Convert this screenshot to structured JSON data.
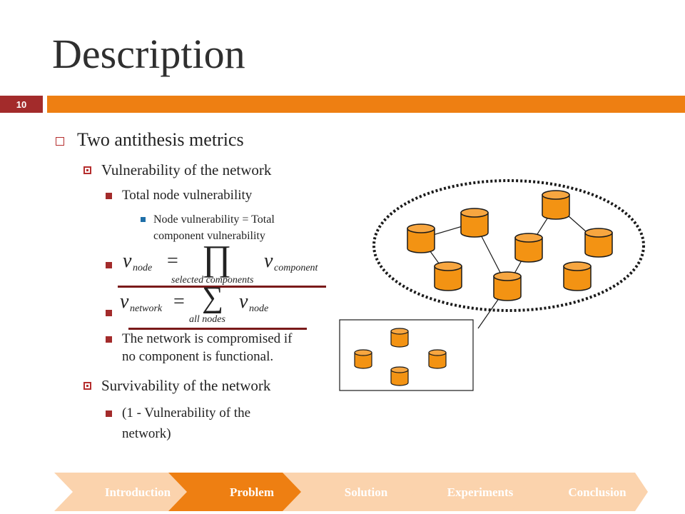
{
  "slide": {
    "title": "Description",
    "page_number": "10"
  },
  "content": {
    "level1": "Two antithesis metrics",
    "vulnerability_heading": "Vulnerability of the network",
    "total_node_vuln": "Total node vulnerability",
    "node_vuln_line1": "Node vulnerability = Total",
    "node_vuln_line2": "component vulnerability",
    "formula1": {
      "lhs": "v",
      "lhs_sub": "node",
      "eq": "=",
      "op": "∏",
      "op_sub": "selected components",
      "rhs": "v",
      "rhs_sub": "component"
    },
    "formula2": {
      "lhs": "v",
      "lhs_sub": "network",
      "eq": "=",
      "op": "∑",
      "op_sub": "all nodes",
      "rhs": "v",
      "rhs_sub": "node"
    },
    "compromised_line1": "The network is compromised if",
    "compromised_line2": "no component is functional.",
    "survivability_heading": "Survivability of the network",
    "survivability_line1": "(1 - Vulnerability of the",
    "survivability_line2": "network)"
  },
  "navigation": {
    "items": [
      "Introduction",
      "Problem",
      "Solution",
      "Experiments",
      "Conclusion"
    ],
    "active_index": 1
  },
  "colors": {
    "accent_orange": "#ee7f12",
    "dark_red": "#a32b2b",
    "nav_light": "#fbd3ad",
    "nav_active": "#ee7f12"
  }
}
